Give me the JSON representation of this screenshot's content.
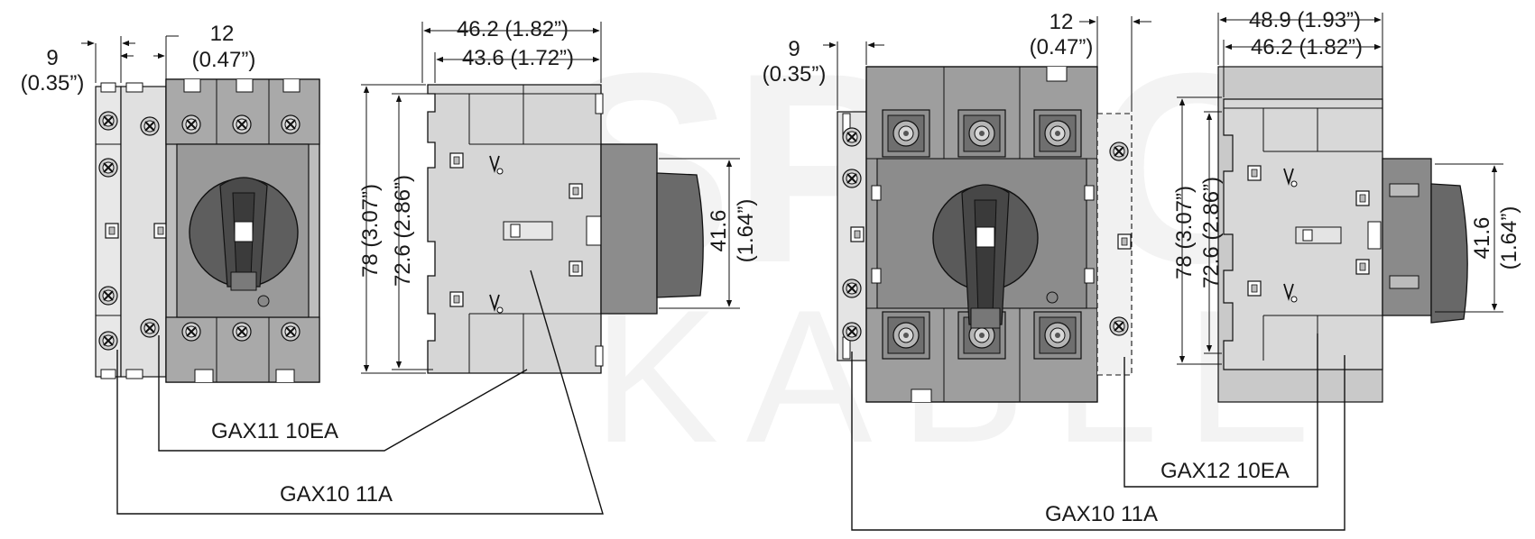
{
  "watermark": {
    "top": "SPEC",
    "bottom": "KABLE"
  },
  "left_drawing": {
    "front_view": {
      "dim_aux_width": "9",
      "dim_aux_width_in": "(0.35”)",
      "dim_aux2_width": "12",
      "dim_aux2_width_in": "(0.47”)"
    },
    "side_view": {
      "dim_total_depth": "46.2 (1.82”)",
      "dim_body_depth": "43.6 (1.72”)",
      "dim_total_height": "78 (3.07”)",
      "dim_body_height": "72.6 (2.86”)",
      "dim_handle_height": "41.6",
      "dim_handle_height_in": "(1.64”)"
    },
    "callouts": [
      "GAX11 10EA",
      "GAX10 11A"
    ]
  },
  "right_drawing": {
    "front_view": {
      "dim_aux_width": "9",
      "dim_aux_width_in": "(0.35”)",
      "dim_aux2_width": "12",
      "dim_aux2_width_in": "(0.47”)"
    },
    "side_view": {
      "dim_total_depth": "48.9 (1.93”)",
      "dim_body_depth": "46.2 (1.82”)",
      "dim_total_height": "78 (3.07”)",
      "dim_body_height": "72.6 (2.86”)",
      "dim_handle_height": "41.6",
      "dim_handle_height_in": "(1.64”)"
    },
    "callouts": [
      "GAX12 10EA",
      "GAX10 11A"
    ]
  }
}
